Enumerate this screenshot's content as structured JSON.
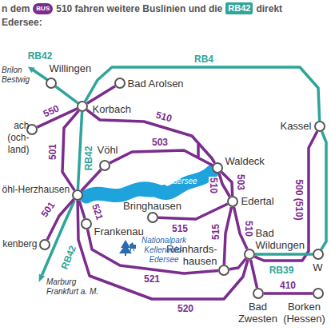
{
  "diagram": {
    "nodes": [
      {
        "text": [
          "Willingen"
        ]
      },
      {
        "text": [
          "Bad Arolsen"
        ]
      },
      {
        "text": [
          "Korbach"
        ]
      },
      {
        "text": [
          "ach (och- land)"
        ]
      },
      {
        "text": [
          "Kassel"
        ]
      },
      {
        "text": [
          "Vöhl"
        ]
      },
      {
        "text": [
          "Waldeck"
        ]
      },
      {
        "text": [
          "öhl-Herzhausen"
        ]
      },
      {
        "text": [
          "Edertal"
        ]
      },
      {
        "text": [
          "Bringhausen"
        ]
      },
      {
        "text": [
          "kenberg"
        ]
      },
      {
        "text": [
          "Frankenau"
        ]
      },
      {
        "text": [
          "Reinhards- hausen"
        ]
      },
      {
        "text": [
          "Bad Wildungen"
        ]
      },
      {
        "text": [
          "W"
        ]
      },
      {
        "text": [
          "Bad Zwesten"
        ]
      },
      {
        "text": [
          "Borken (Hessen)"
        ]
      }
    ],
    "edges": [
      {
        "from": 0,
        "to": 2,
        "arrow": "none"
      },
      {
        "from": 2,
        "to": 1,
        "arrow": "none"
      },
      {
        "from": 2,
        "to": 4,
        "label": "RB4",
        "arrow": "none"
      },
      {
        "from": 2,
        "to": 3,
        "label": "550",
        "arrow": "none"
      },
      {
        "from": 2,
        "to": 6,
        "label": "510",
        "arrow": "none"
      },
      {
        "from": 2,
        "to": 7,
        "label": "501",
        "arrow": "none"
      },
      {
        "from": 2,
        "to": 7,
        "label": "RB42",
        "arrow": "none"
      },
      {
        "from": 7,
        "to": 5,
        "arrow": "none"
      },
      {
        "from": 5,
        "to": 6,
        "label": "503",
        "arrow": "none"
      },
      {
        "from": 6,
        "to": 8,
        "label": "503",
        "arrow": "none"
      },
      {
        "from": 6,
        "to": 8,
        "label": "510",
        "arrow": "none"
      },
      {
        "from": 8,
        "to": 9,
        "label": "515",
        "arrow": "none"
      },
      {
        "from": 8,
        "to": 12,
        "label": "515",
        "arrow": "none"
      },
      {
        "from": 8,
        "to": 13,
        "label": "510",
        "arrow": "none"
      },
      {
        "from": 7,
        "to": 10,
        "label": "501",
        "arrow": "none"
      },
      {
        "from": 7,
        "to": 11,
        "label": "521",
        "arrow": "none"
      },
      {
        "from": 11,
        "to": 12,
        "label": "521",
        "arrow": "none"
      },
      {
        "from": 12,
        "to": 13,
        "arrow": "none"
      },
      {
        "from": 7,
        "to": 13,
        "label": "520",
        "arrow": "none"
      },
      {
        "from": 13,
        "to": 4,
        "label": "500 (510)",
        "arrow": "none"
      },
      {
        "from": 13,
        "to": 14,
        "label": "RB39",
        "arrow": "none"
      },
      {
        "from": 4,
        "to": 14,
        "arrow": "none"
      },
      {
        "from": 13,
        "to": 15,
        "arrow": "none"
      },
      {
        "from": 15,
        "to": 16,
        "label": "410",
        "arrow": "none"
      }
    ],
    "labels": [
      "n dem",
      "BUS",
      "510 fahren weitere Buslinien und die",
      "RB42",
      "direkt",
      "Edersee:",
      "RB42",
      "Brilon Bestwig",
      "Marburg Frankfurt a. M.",
      "RB42",
      "Edersee",
      "Nationalpark Kellerwald- Edersee"
    ]
  }
}
